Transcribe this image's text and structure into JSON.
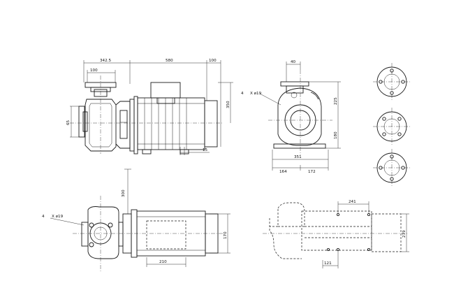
{
  "dimensions": {
    "d_342_5": "342.5",
    "d_100_top": "100",
    "d_580": "580",
    "d_100_right": "100",
    "d_350": "350",
    "d_65": "65",
    "d_15": "15",
    "d_40": "40",
    "d_225": "225",
    "d_180": "180",
    "d_351": "351",
    "d_164": "164",
    "d_172": "172",
    "d_300": "300",
    "d_170": "170",
    "d_210": "210",
    "d_241": "241",
    "d_279": "279",
    "d_121": "121"
  },
  "holes_label_top": {
    "count": "4",
    "spec": "X ø19"
  },
  "holes_label_bottom": {
    "count": "4",
    "spec": "X ø19"
  }
}
